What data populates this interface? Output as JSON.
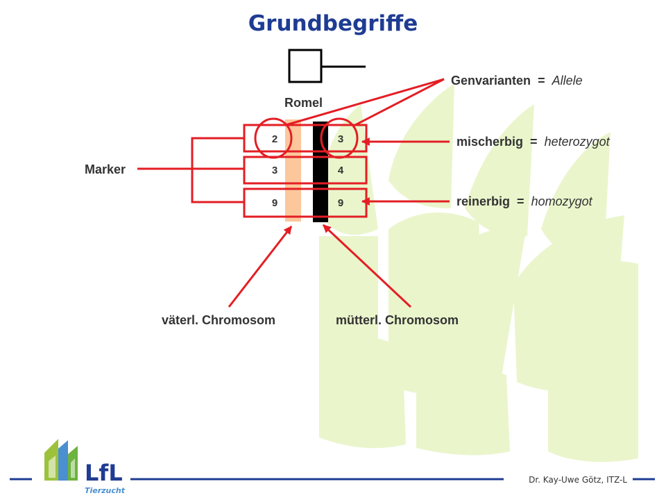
{
  "title": "Grundbegriffe",
  "individual_name": "Romel",
  "marker_label": "Marker",
  "loci": [
    {
      "paternal": "2",
      "maternal": "3"
    },
    {
      "paternal": "3",
      "maternal": "4"
    },
    {
      "paternal": "9",
      "maternal": "9"
    }
  ],
  "annotations": {
    "alleles": {
      "term": "Genvarianten",
      "eq": "=",
      "definition": "Allele"
    },
    "heterozygous": {
      "term": "mischerbig",
      "eq": "=",
      "definition": "heterozygot"
    },
    "homozygous": {
      "term": "reinerbig",
      "eq": "=",
      "definition": "homozygot"
    }
  },
  "paternal_chromosome_label": "väterl. Chromosom",
  "maternal_chromosome_label": "mütterl. Chromosom",
  "author": "Dr. Kay-Uwe Götz, ITZ-L",
  "logo": {
    "name": "LfL",
    "subtitle": "Tierzucht"
  },
  "colors": {
    "title": "#1f3c93",
    "accent_red": "#e31e24",
    "paternal_chromosome": "#fbc79b",
    "maternal_chromosome": "#000000",
    "background_leaf": "#eaf5cc"
  }
}
